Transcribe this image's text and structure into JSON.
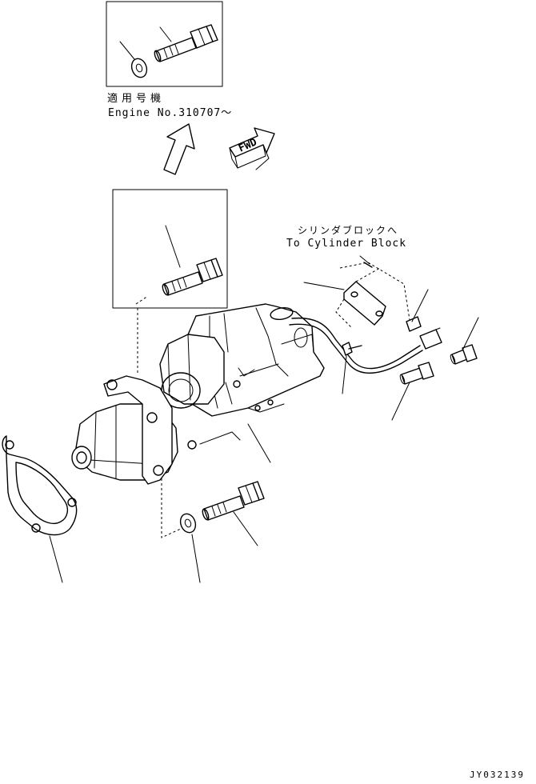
{
  "notes": {
    "applicability_jp": "適用号機",
    "applicability_en": "Engine No.310707～",
    "cylinder_block_jp": "シリンダブロックへ",
    "cylinder_block_en": "To Cylinder Block",
    "fwd": "FWD",
    "drawing_number": "JY032139"
  }
}
